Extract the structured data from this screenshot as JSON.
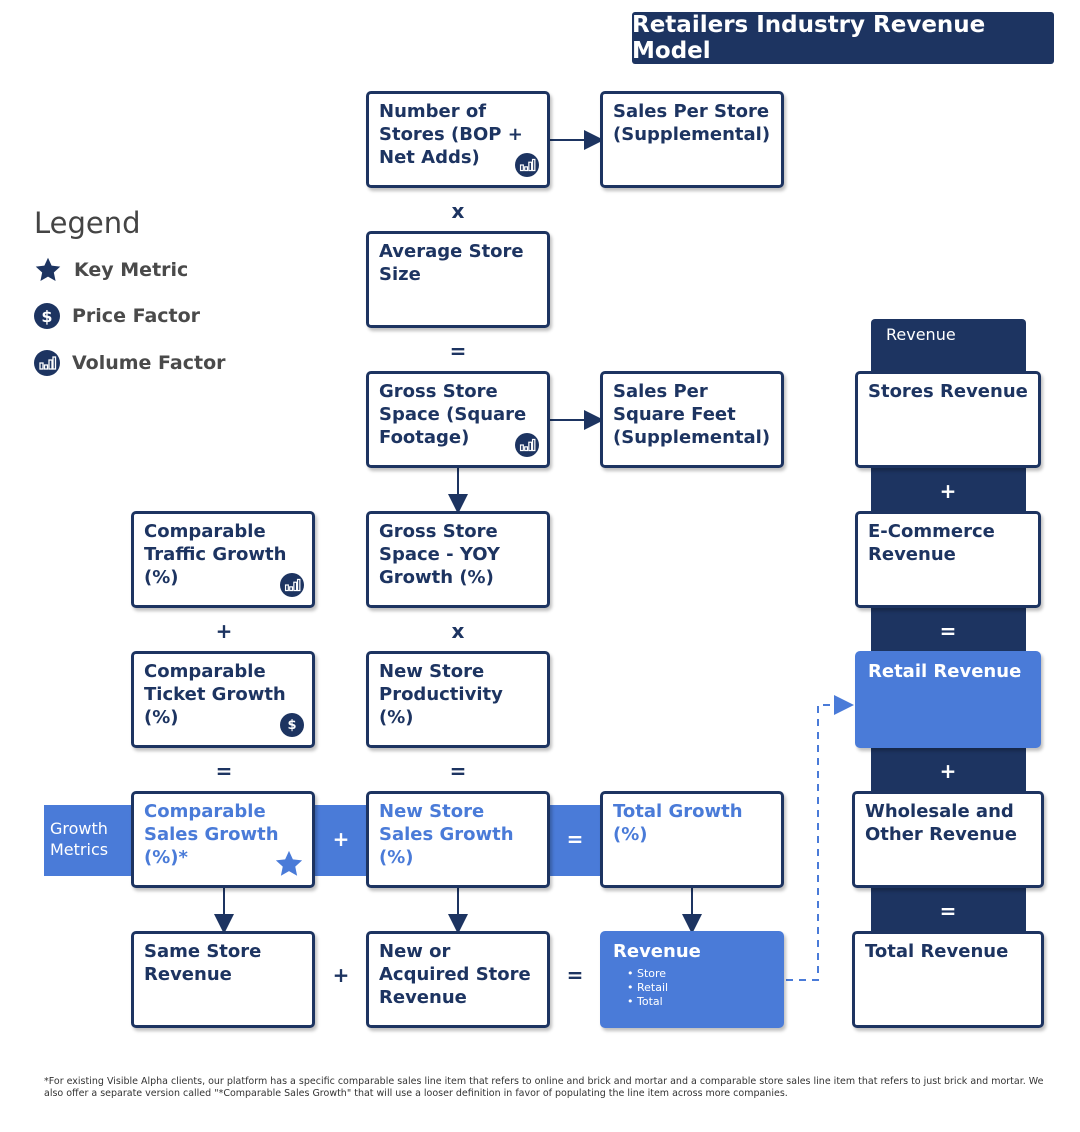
{
  "title": "Retailers Industry Revenue Model",
  "legend": {
    "title": "Legend",
    "items": [
      {
        "icon": "star-icon",
        "label": "Key Metric"
      },
      {
        "icon": "dollar-icon",
        "label": "Price Factor"
      },
      {
        "icon": "volume-icon",
        "label": "Volume Factor"
      }
    ]
  },
  "boxes": {
    "num_stores": "Number of Stores (BOP + Net Adds)",
    "sales_per_store": "Sales Per Store (Supplemental)",
    "avg_store_size": "Average Store Size",
    "gross_store_space": "Gross Store Space (Square Footage)",
    "sales_per_sqft": "Sales Per Square Feet (Supplemental)",
    "comp_traffic": "Comparable Traffic Growth (%)",
    "gross_space_yoy": "Gross Store Space - YOY Growth (%)",
    "comp_ticket": "Comparable Ticket Growth (%)",
    "new_store_prod": "New Store Productivity (%)",
    "comp_sales": "Comparable Sales Growth (%)*",
    "new_store_sales": "New Store Sales Growth (%)",
    "total_growth": "Total Growth (%)",
    "same_store_rev": "Same Store Revenue",
    "new_acq_rev": "New or Acquired Store Revenue",
    "revenue": "Revenue",
    "revenue_items": [
      "Store",
      "Retail",
      "Total"
    ]
  },
  "growth_band_label": "Growth Metrics",
  "right_column": {
    "header": "Revenue",
    "stores_revenue": "Stores Revenue",
    "ecommerce_revenue": "E-Commerce Revenue",
    "retail_revenue": "Retail Revenue",
    "wholesale_revenue": "Wholesale and Other Revenue",
    "total_revenue": "Total Revenue"
  },
  "operators": {
    "times": "x",
    "equals": "=",
    "plus": "+"
  },
  "footnote": "*For existing Visible Alpha clients, our platform has a specific comparable sales line item that refers to online and brick and mortar and a comparable store sales line item that refers to just brick and mortar. We also offer a separate version called \"*Comparable Sales Growth\" that will use a looser definition in favor of populating the line item across more companies."
}
